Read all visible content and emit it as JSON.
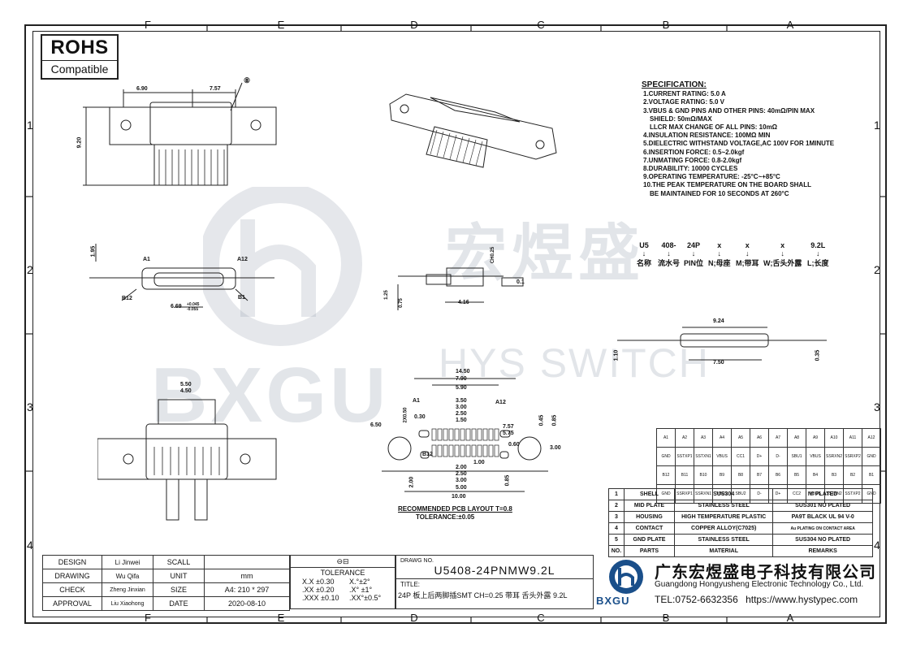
{
  "rohs": {
    "line1": "ROHS",
    "line2": "Compatible"
  },
  "zones": {
    "cols": [
      "F",
      "E",
      "D",
      "C",
      "B",
      "A"
    ],
    "rows": [
      "1",
      "2",
      "3",
      "4"
    ]
  },
  "watermark": {
    "cn": "宏煜盛",
    "en": "HYS SWITCH",
    "logo": "BXGU"
  },
  "spec": {
    "title": "SPECIFICATION:",
    "items": [
      "1.CURRENT RATING: 5.0 A",
      "2.VOLTAGE RATING: 5.0 V",
      "3.VBUS & GND PINS AND OTHER PINS: 40mΩ/PIN MAX",
      "   SHIELD: 50mΩ/MAX",
      "   LLCR MAX CHANGE OF ALL PINS: 10mΩ",
      "4.INSULATION RESISTANCE:  100MΩ MIN",
      "5.DIELECTRIC WITHSTAND VOLTAGE,AC 100V FOR 1MINUTE",
      "6.INSERTION FORCE: 0.5~2.0kgf",
      "7.UNMATING FORCE: 0.8-2.0kgf",
      "8.DURABILITY: 10000 CYCLES",
      "9.OPERATING TEMPERATURE: -25°C~+85°C",
      "10.THE PEAK TEMPERATURE ON THE BOARD SHALL",
      "   BE MAINTAINED FOR 10 SECONDS AT 260°C"
    ]
  },
  "part_code": [
    {
      "code": "U5",
      "desc": "名称"
    },
    {
      "code": "408-",
      "desc": "流水号"
    },
    {
      "code": "24P",
      "desc": "PIN位"
    },
    {
      "code": "x",
      "desc": "N;母座"
    },
    {
      "code": "x",
      "desc": "M;带耳"
    },
    {
      "code": "x",
      "desc": "W;舌头外露"
    },
    {
      "code": "9.2L",
      "desc": "L;长度"
    }
  ],
  "dims": {
    "top_view": {
      "w1": "6.90",
      "w2": "7.57",
      "h": "9.20",
      "callout": "⑧"
    },
    "side_view": {
      "a1": "A1",
      "a12": "A12",
      "b12": "B12",
      "b1": "B1",
      "h": "1.95",
      "w": "6.69",
      "tol": "+0.045 -0.055"
    },
    "profile": {
      "ch": "CH0.25",
      "len": "4.16",
      "h1": "1.25",
      "h2": "0.75",
      "flat": "0.1"
    },
    "right_side": {
      "w": "9.24",
      "w2": "7.50",
      "h": "1.10",
      "h2": "0.35"
    },
    "front_view": {
      "w1": "5.50",
      "w2": "4.50"
    },
    "pcb": {
      "top": [
        "14.50",
        "7.90",
        "5.90",
        "3.50",
        "3.00",
        "2.50",
        "1.50"
      ],
      "bottom": [
        "2.00",
        "2.50",
        "3.00",
        "5.00",
        "10.00"
      ],
      "side": [
        "6.50",
        "2X0.50",
        "0.30",
        "0.45",
        "0.85",
        "7.57",
        "5.75",
        "0.60",
        "3.00",
        "1.00",
        "2.00",
        "0.85"
      ],
      "a1": "A1",
      "a12": "A12",
      "b12": "B12",
      "title": "RECOMMENDED PCB LAYOUT T=0.8",
      "tolerance": "TOLERANCE:±0.05"
    }
  },
  "pin_table": {
    "rows": [
      [
        "A1",
        "A2",
        "A3",
        "A4",
        "A5",
        "A6",
        "A7",
        "A8",
        "A9",
        "A10",
        "A11",
        "A12"
      ],
      [
        "GND",
        "SSTXP1",
        "SSTXN1",
        "VBUS",
        "CC1",
        "D+",
        "D-",
        "SBU1",
        "VBUS",
        "SSRXN2",
        "SSRXP2",
        "GND"
      ],
      [
        "B12",
        "B11",
        "B10",
        "B9",
        "B8",
        "B7",
        "B6",
        "B5",
        "B4",
        "B3",
        "B2",
        "B1"
      ],
      [
        "GND",
        "SSRXP1",
        "SSRXN1",
        "VBUS",
        "SBU2",
        "D-",
        "D+",
        "CC2",
        "VBUS",
        "SSTXN2",
        "SSTXP2",
        "GND"
      ]
    ]
  },
  "parts_table": {
    "rows": [
      [
        "1",
        "SHELL",
        "SUS304",
        "NI PLATED"
      ],
      [
        "2",
        "MID PLATE",
        "STAINLESS STEEL",
        "SUS301 NO PLATED"
      ],
      [
        "3",
        "HOUSING",
        "HIGH TEMPERATURE PLASTIC",
        "PA9T BLACK UL 94 V-0"
      ],
      [
        "4",
        "CONTACT",
        "COPPER ALLOY(C7025)",
        "Au PLATING ON CONTACT AREA"
      ],
      [
        "5",
        "GND PLATE",
        "STAINLESS STEEL",
        "SUS304 NO PLATED"
      ]
    ],
    "header": [
      "NO.",
      "PARTS",
      "MATERIAL",
      "REMARKS"
    ]
  },
  "title_block": {
    "rows": [
      {
        "role": "DESIGN",
        "name": "Li Jinwei",
        "key": "SCALL",
        "val": ""
      },
      {
        "role": "DRAWING",
        "name": "Wu Qifa",
        "key": "UNIT",
        "val": "mm"
      },
      {
        "role": "CHECK",
        "name": "Zheng Jinxian",
        "key": "SIZE",
        "val": "A4: 210 * 297"
      },
      {
        "role": "APPROVAL",
        "name": "Liu Xiaohong",
        "key": "DATE",
        "val": "2020-08-10"
      }
    ],
    "projection_symbol": "⊖⊟",
    "tolerance_title": "TOLERANCE",
    "tolerances": [
      {
        "lin": "X.X  ±0.30",
        "ang": "X.°±2°"
      },
      {
        "lin": ".XX  ±0.20",
        "ang": ".X° ±1°"
      },
      {
        "lin": ".XXX ±0.10",
        "ang": ".XX°±0.5°"
      }
    ],
    "drawing_no_label": "DRAWG NO.",
    "drawing_no": "U5408-24PNMW9.2L",
    "title_label": "TITLE:",
    "title": "24P 板上后两脚插SMT CH=0.25 带耳 舌头外露 9.2L"
  },
  "company": {
    "name_cn": "广东宏煜盛电子科技有限公司",
    "name_en": "Guangdong Hongyusheng Electronic Technology Co., Ltd.",
    "tel": "TEL:0752-6632356",
    "web": "https://www.hystypec.com",
    "logo": "BXGU"
  }
}
